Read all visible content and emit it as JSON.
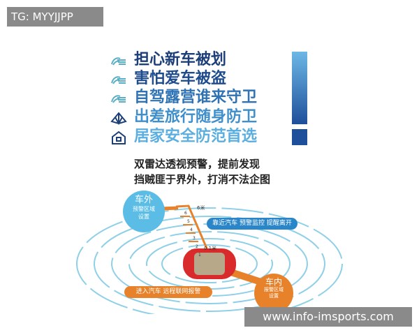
{
  "overlay_label": "TG: MYYJJPP",
  "watermark": "www.info-imsports.com",
  "headlines": [
    {
      "text": "担心新车被划",
      "icon": "car-scratch-icon",
      "color": "#1c3f7a"
    },
    {
      "text": "害怕爱车被盗",
      "icon": "car-theft-icon",
      "color": "#1f4c8c"
    },
    {
      "text": "自驾露营谁来守卫",
      "icon": "car-camping-icon",
      "color": "#2f73b4"
    },
    {
      "text": "出差旅行随身防卫",
      "icon": "tent-icon",
      "color": "#3f8fcc"
    },
    {
      "text": "居家安全防范首选",
      "icon": "house-icon",
      "color": "#5aaee0"
    }
  ],
  "subtitle": [
    "双雷达透视预警，提前发现",
    "挡贼匪于界外，打消不法企图"
  ],
  "diagram": {
    "outer_zone": [
      "车外",
      "预警区域",
      "设置"
    ],
    "inner_zone": [
      "车内",
      "报警区域",
      "设置"
    ],
    "approach_label": "靠近汽车 预警监控 提醒离开",
    "enter_label": "进入汽车 远程联网报警",
    "max_range": "6米",
    "min_range": "0.1米",
    "ruler_ticks": [
      "6",
      "5",
      "4",
      "3",
      "2",
      "1"
    ]
  },
  "colors": {
    "blue": "#2a86c8",
    "orange": "#e8822a",
    "ring": "#8fd0e8"
  }
}
